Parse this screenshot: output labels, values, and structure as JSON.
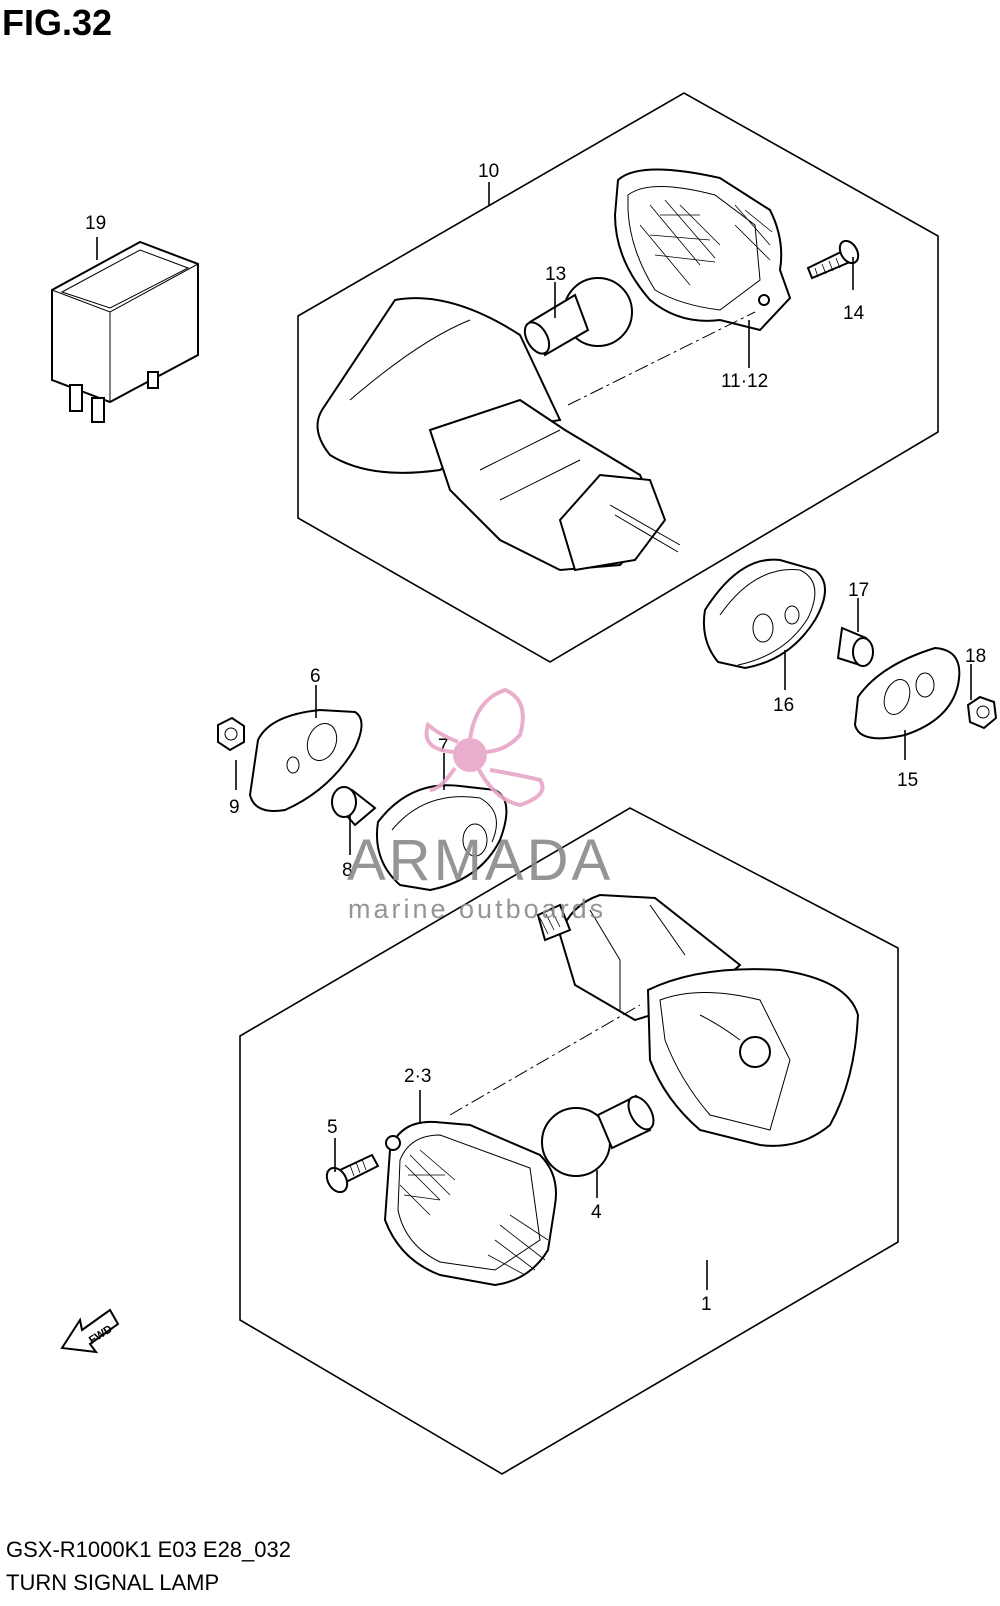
{
  "figure": {
    "title": "FIG.32"
  },
  "footer": {
    "model_code": "GSX-R1000K1 E03 E28_032",
    "section_name": "TURN SIGNAL LAMP"
  },
  "callouts": {
    "c1": "1",
    "c2_3": "2·3",
    "c4": "4",
    "c5": "5",
    "c6": "6",
    "c7": "7",
    "c8": "8",
    "c9": "9",
    "c10": "10",
    "c11_12": "11·12",
    "c13": "13",
    "c14": "14",
    "c15": "15",
    "c16": "16",
    "c17": "17",
    "c18": "18",
    "c19": "19"
  },
  "fwd_arrow": {
    "label": "FWD"
  },
  "watermark": {
    "brand": "ARMADA",
    "tagline": "marine outboards",
    "color": "#e8a6c8"
  }
}
